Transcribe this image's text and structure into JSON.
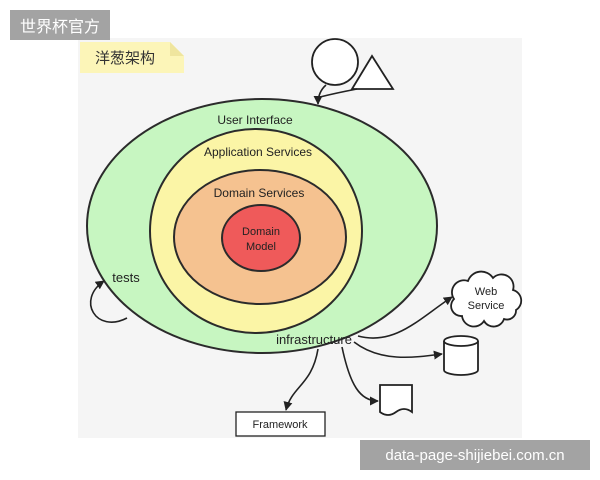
{
  "watermarks": {
    "top_left": "世界杯官方",
    "bottom_right": "data-page-shijiebei.com.cn"
  },
  "diagram": {
    "note": {
      "text": "洋葱架构",
      "color": "#fcf5b8"
    },
    "actors": [
      {
        "icon": "user-circle-icon"
      },
      {
        "icon": "triangle-icon"
      }
    ],
    "layers": [
      {
        "label": "User Interface",
        "color": "#c7f6c1"
      },
      {
        "label": "Application Services",
        "color": "#fbf5a6"
      },
      {
        "label": "Domain Services",
        "color": "#f5c290"
      },
      {
        "label_lines": [
          "Domain",
          "Model"
        ],
        "color": "#ef5a5a"
      }
    ],
    "tests": {
      "label": "tests"
    },
    "infrastructure": {
      "label": "infrastructure"
    },
    "external": {
      "web_service": {
        "icon": "cloud-icon",
        "label_lines": [
          "Web",
          "Service"
        ]
      },
      "database": {
        "icon": "database-icon"
      },
      "document": {
        "icon": "document-icon"
      },
      "framework": {
        "label": "Framework"
      }
    }
  }
}
